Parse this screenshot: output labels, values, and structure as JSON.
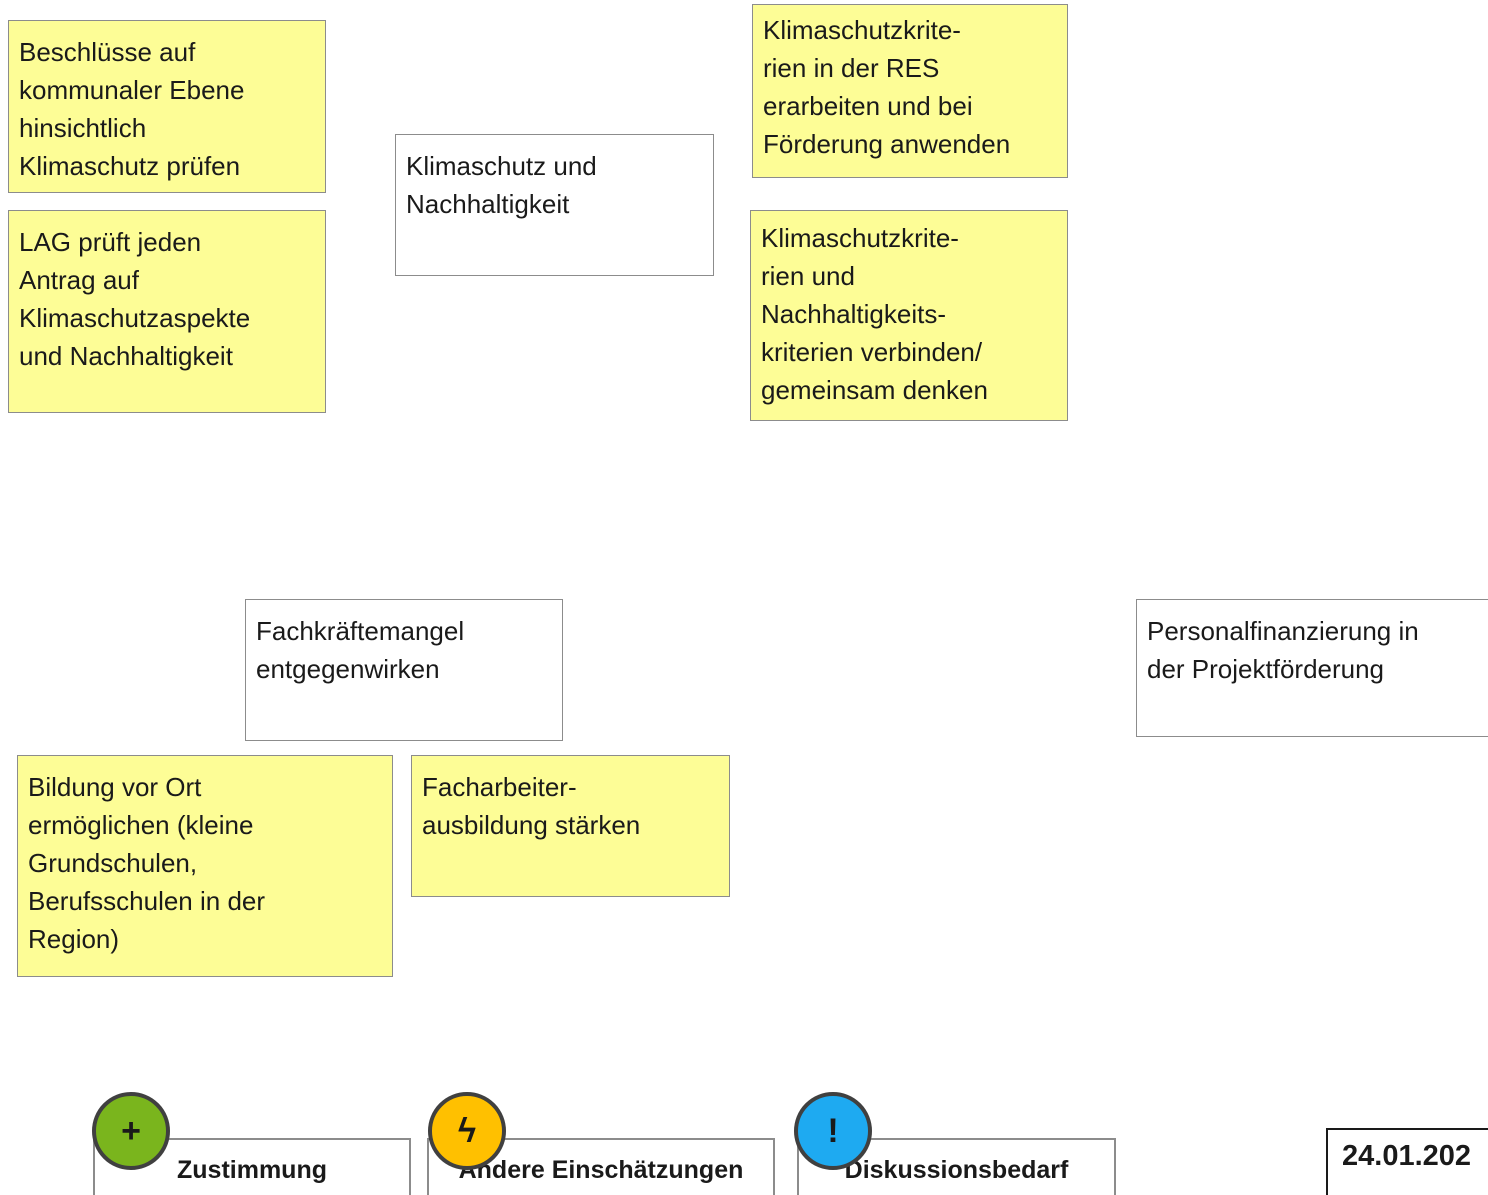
{
  "notes": {
    "beschluesse": "Beschlüsse auf\nkommunaler Ebene\nhinsichtlich\nKlimaschutz prüfen",
    "lag": "LAG prüft jeden\nAntrag auf\nKlimaschutzaspekte\nund Nachhaltigkeit",
    "klimaschutz_nachhaltigkeit": "Klimaschutz und\nNachhaltigkeit",
    "res_kriterien": "Klimaschutzkrite-\nrien in der RES\nerarbeiten und bei\nFörderung anwenden",
    "verbinden": "Klimaschutzkrite-\nrien und\nNachhaltigkeits-\nkriterien verbinden/\ngemeinsam denken",
    "fachkraefte": "Fachkräftemangel\nentgegenwirken",
    "personal": "Personalfinanzierung in\nder Projektförderung",
    "bildung": "Bildung vor Ort\nermöglichen (kleine\nGrundschulen,\nBerufsschulen in der\nRegion)",
    "facharbeiter": "Facharbeiter-\nausbildung stärken"
  },
  "legend": {
    "zustimmung": {
      "symbol": "+",
      "label": "Zustimmung",
      "color": "#7ab51d"
    },
    "andere": {
      "symbol": "ϟ",
      "label": "Andere Einschätzungen",
      "color": "#ffc000"
    },
    "diskussion": {
      "symbol": "!",
      "label": "Diskussionsbedarf",
      "color": "#1eaaf1"
    }
  },
  "date": "24.01.202",
  "colors": {
    "sticky_yellow": "#fdfd96",
    "border_gray": "#8c8c8c"
  }
}
